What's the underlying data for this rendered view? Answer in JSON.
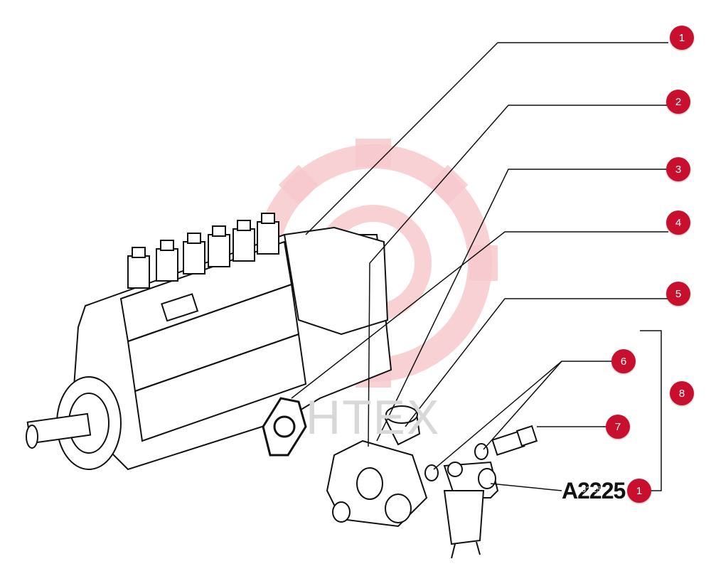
{
  "diagram": {
    "watermark_text": "HTEX",
    "reference_code": "A2225",
    "reference_small": "92.25",
    "callouts": [
      {
        "label": "1"
      },
      {
        "label": "2"
      },
      {
        "label": "3"
      },
      {
        "label": "4"
      },
      {
        "label": "5"
      },
      {
        "label": "6"
      },
      {
        "label": "7"
      },
      {
        "label": "8"
      },
      {
        "label": "1"
      }
    ]
  },
  "colors": {
    "callout_fill": "#c8102e",
    "watermark": "#f6c9cd",
    "line": "#111111"
  }
}
